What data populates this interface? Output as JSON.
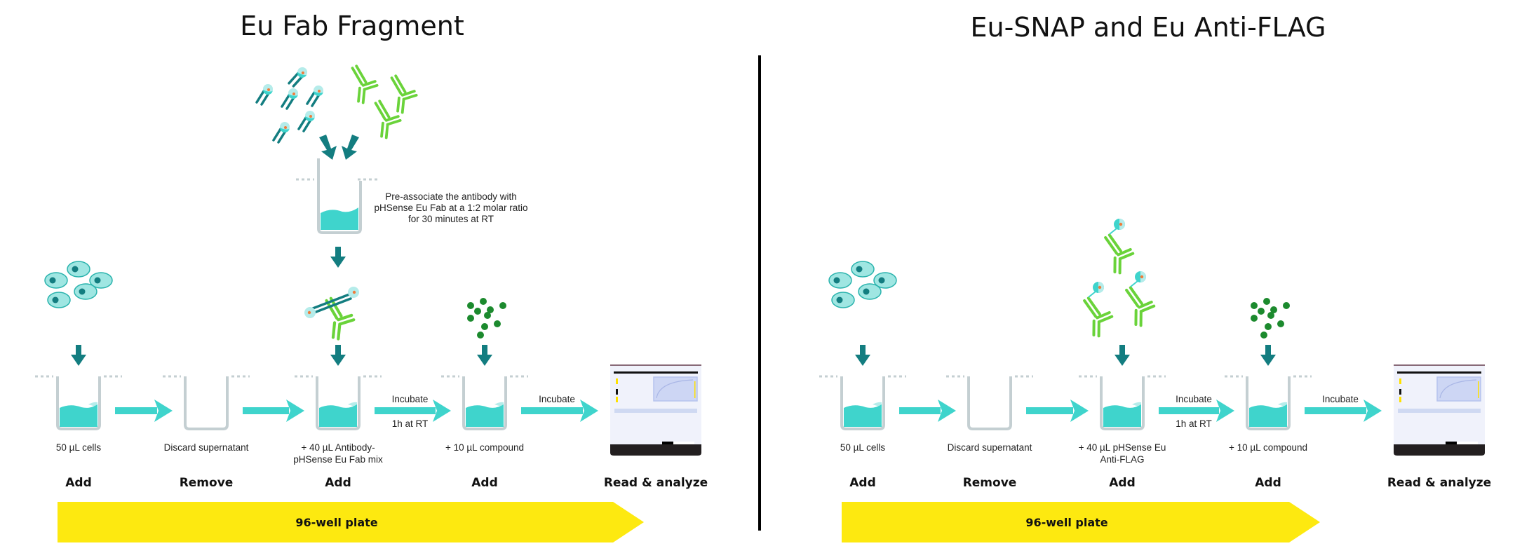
{
  "colors": {
    "teal_liquid": "#3fd4cc",
    "teal_arrow": "#3fd4cc",
    "dark_teal_arrow": "#137d80",
    "well_outline": "#c4cfd2",
    "antibody_green": "#6ad33a",
    "compound_green": "#1c8a2e",
    "cell_fill": "#9fe6e2",
    "cell_nucleus": "#137d80",
    "banner_yellow": "#fde910",
    "divider": "#000000",
    "reader_body": "#f0f2fb",
    "reader_base": "#231f20"
  },
  "panels": [
    {
      "id": "eu-fab",
      "title": "Eu Fab Fragment",
      "preassociation_note": [
        "Pre-associate the antibody with",
        "pHSense Eu Fab at a 1:2 molar ratio",
        "for 30 minutes at RT"
      ],
      "steps": [
        {
          "action": "Add",
          "label": [
            "50 µL cells"
          ],
          "icon": "cells-icon"
        },
        {
          "action": "Remove",
          "label": [
            "Discard supernatant"
          ],
          "icon": "none"
        },
        {
          "action": "Add",
          "label": [
            "+ 40 µL Antibody-",
            "pHSense Eu Fab mix"
          ],
          "icon": "antibody-fab-complex-icon"
        },
        {
          "action": "Add",
          "label": [
            "+ 10 µL compound"
          ],
          "icon": "compound-dots-icon"
        },
        {
          "action": "Read & analyze",
          "label": [],
          "icon": "plate-reader-icon"
        }
      ],
      "transitions": [
        {
          "top": "",
          "bottom": ""
        },
        {
          "top": "",
          "bottom": ""
        },
        {
          "top": "Incubate",
          "bottom": "1h at RT"
        },
        {
          "top": "Incubate",
          "bottom": ""
        }
      ],
      "banner": "96-well plate"
    },
    {
      "id": "eu-snap-antiflag",
      "title": "Eu-SNAP and Eu Anti-FLAG",
      "steps": [
        {
          "action": "Add",
          "label": [
            "50 µL cells"
          ],
          "icon": "cells-icon"
        },
        {
          "action": "Remove",
          "label": [
            "Discard supernatant"
          ],
          "icon": "none"
        },
        {
          "action": "Add",
          "label": [
            "+ 40 µL pHSense Eu",
            "Anti-FLAG"
          ],
          "icon": "labeled-antibody-icon"
        },
        {
          "action": "Add",
          "label": [
            "+ 10 µL compound"
          ],
          "icon": "compound-dots-icon"
        },
        {
          "action": "Read & analyze",
          "label": [],
          "icon": "plate-reader-icon"
        }
      ],
      "transitions": [
        {
          "top": "",
          "bottom": ""
        },
        {
          "top": "",
          "bottom": ""
        },
        {
          "top": "Incubate",
          "bottom": "1h at RT"
        },
        {
          "top": "Incubate",
          "bottom": ""
        }
      ],
      "banner": "96-well plate"
    }
  ]
}
